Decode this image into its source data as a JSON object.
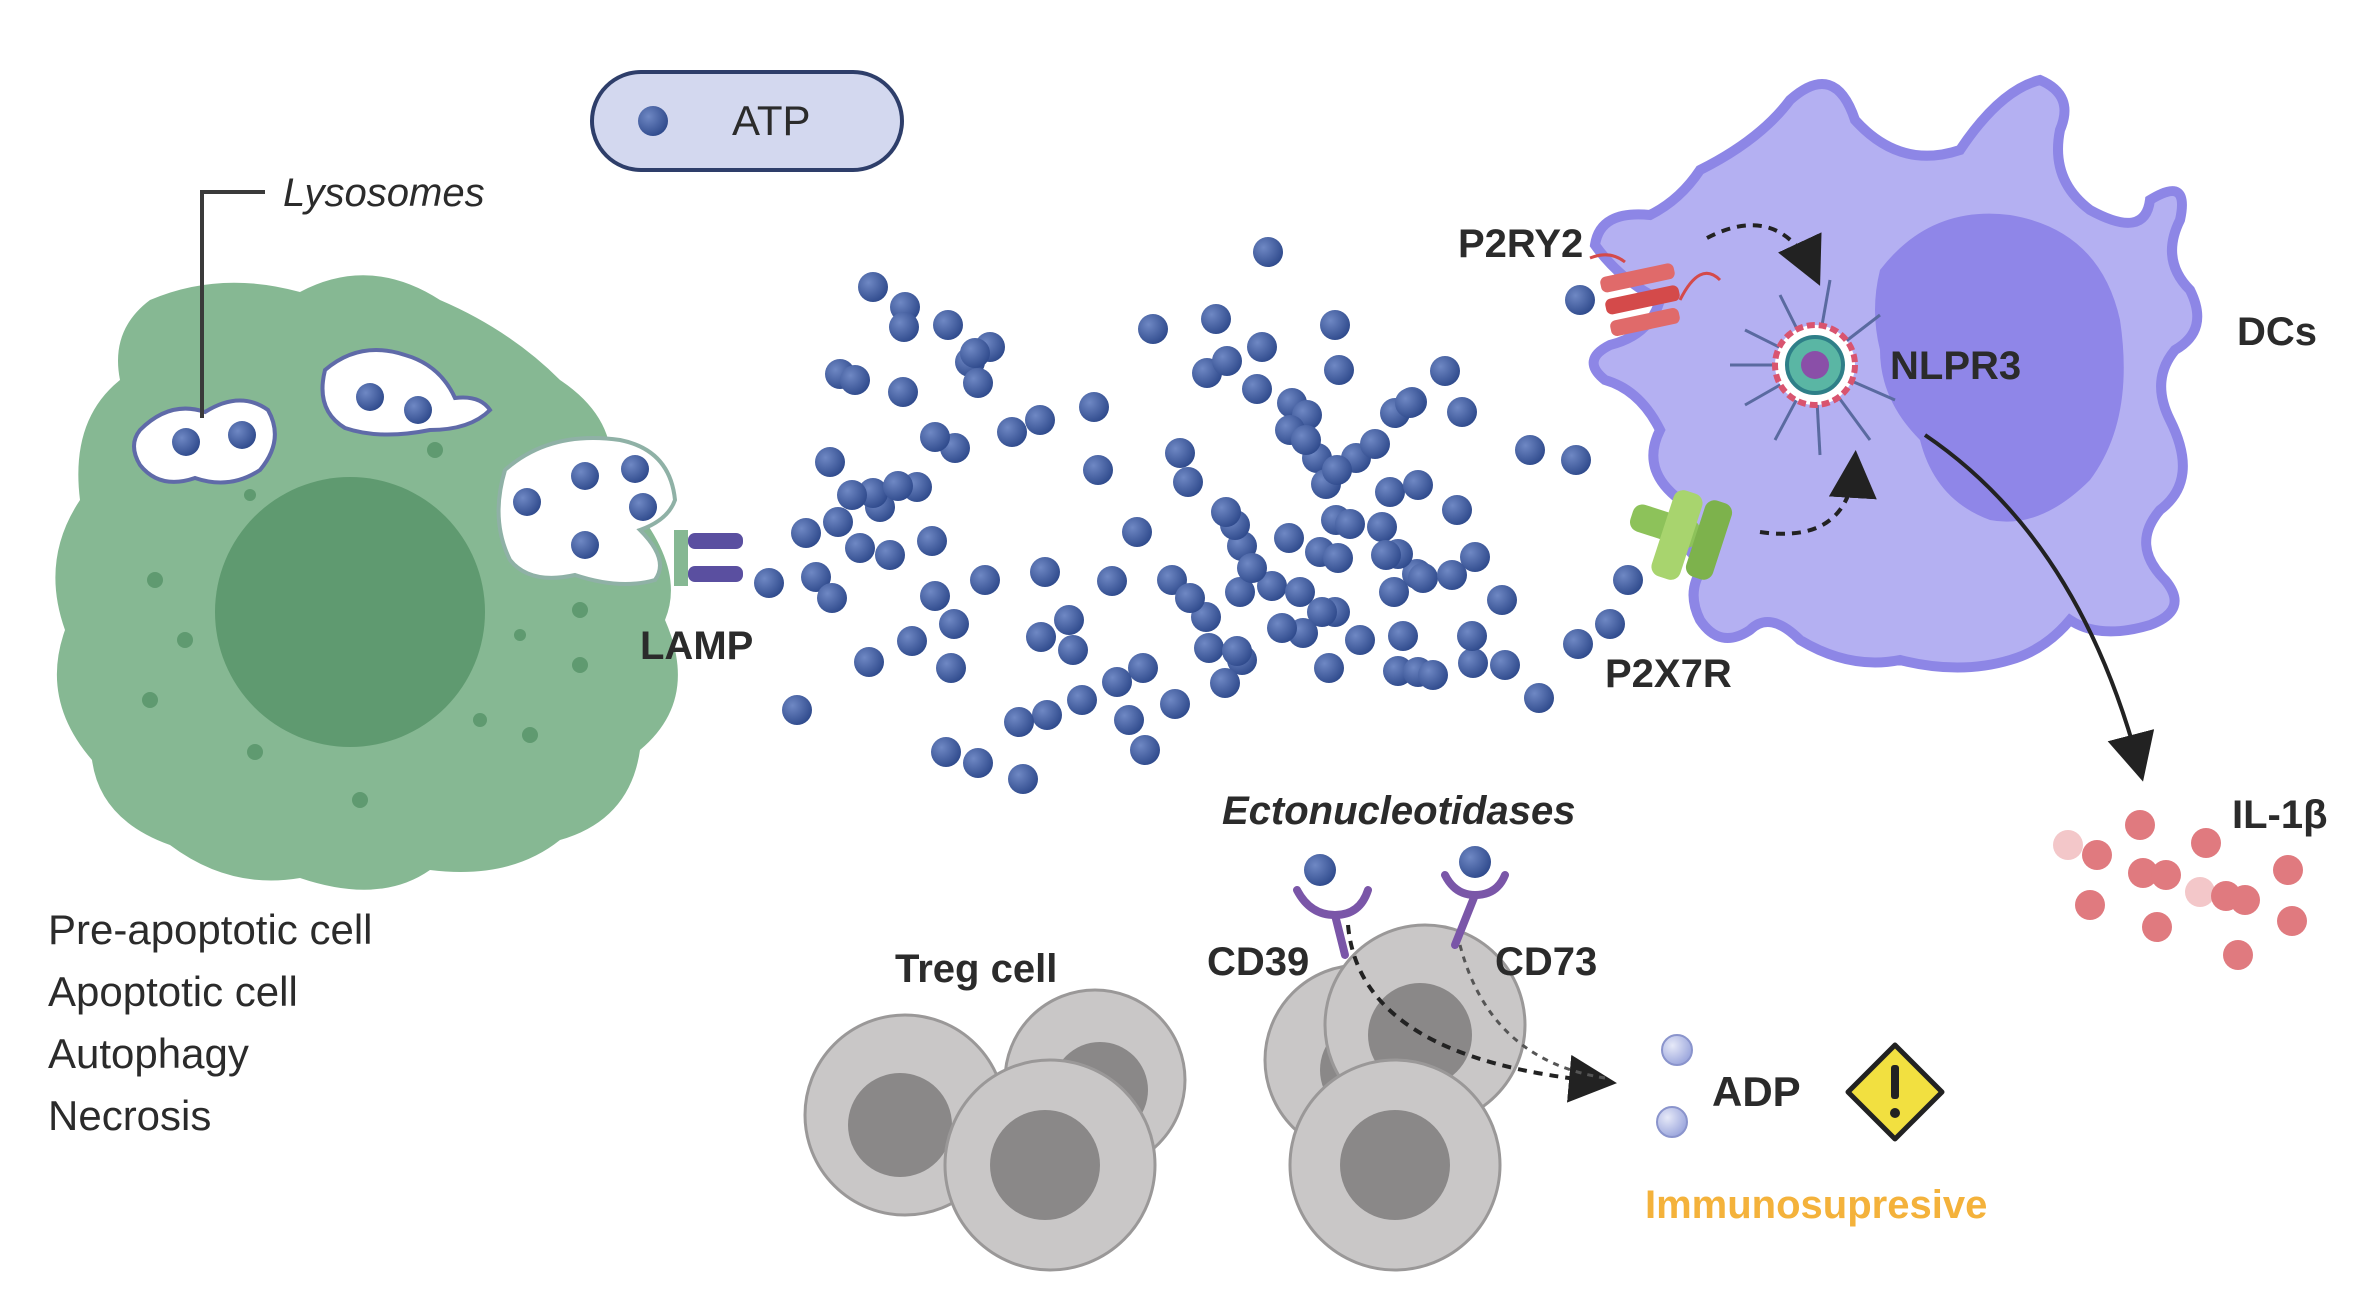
{
  "legend": {
    "atp_label": "ATP"
  },
  "labels": {
    "lysosomes": "Lysosomes",
    "lamp": "LAMP",
    "p2ry2": "P2RY2",
    "nlpr3": "NLPR3",
    "dcs": "DCs",
    "p2x7r": "P2X7R",
    "il1b": "IL-1β",
    "ectonucleotidases": "Ectonucleotidases",
    "treg_cell": "Treg cell",
    "cd39": "CD39",
    "cd73": "CD73",
    "adp": "ADP",
    "immunosupresive": "Immunosupresive"
  },
  "cell_states": [
    "Pre-apoptotic cell",
    "Apoptotic cell",
    "Autophagy",
    "Necrosis"
  ],
  "colors": {
    "atp": "#3f5a9c",
    "dying_cell": "#86b893",
    "dying_nucleus": "#5f9a70",
    "dc_cell": "#b4b0f2",
    "dc_nucleus": "#8f86e8",
    "treg": "#c9c7c7",
    "il1b": "#e07a7f",
    "immunosupresive": "#f4b23b",
    "warning": "#f2e040"
  }
}
